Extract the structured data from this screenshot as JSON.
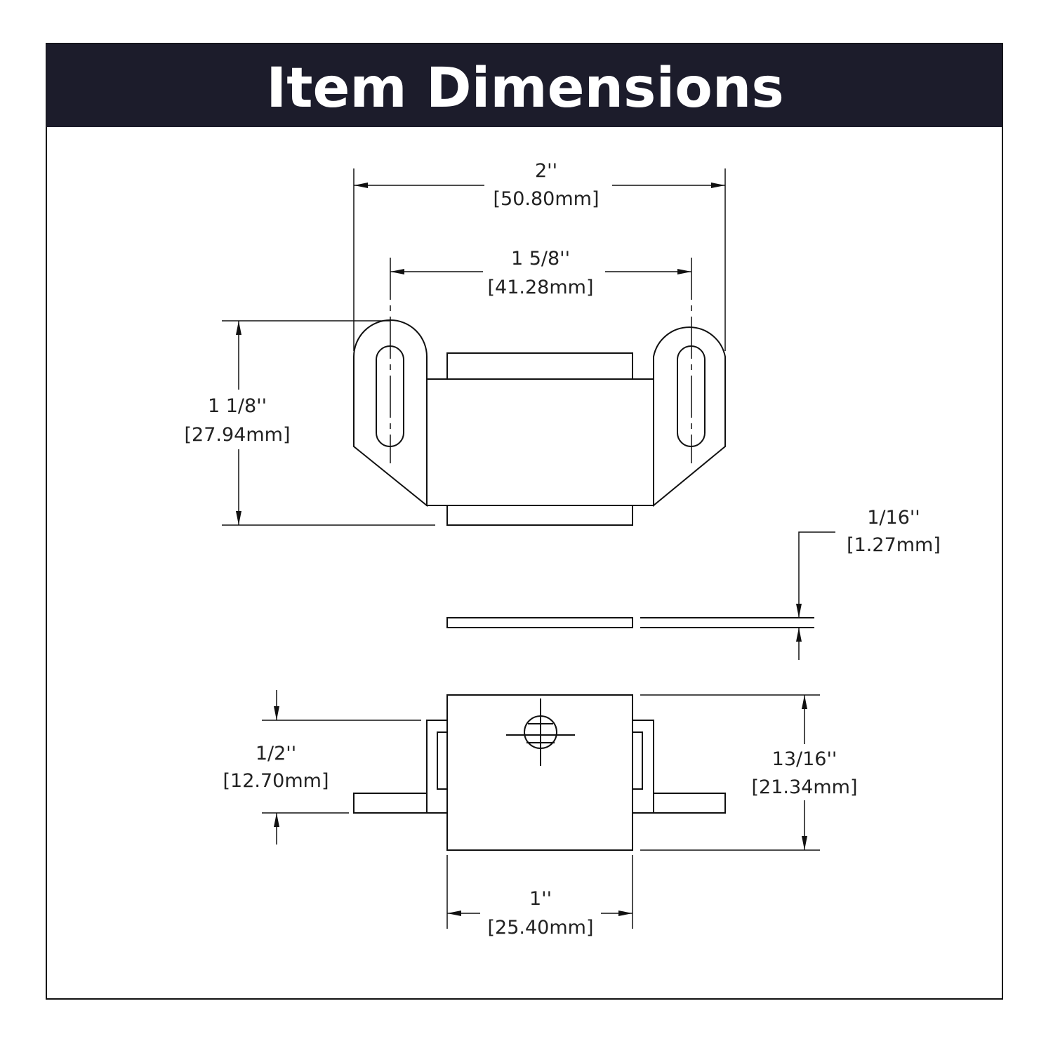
{
  "header": {
    "title": "Item Dimensions",
    "background": "#1c1c2b"
  },
  "dimensions": {
    "overall_width": {
      "imperial": "2''",
      "metric": "[50.80mm]"
    },
    "hole_spacing": {
      "imperial": "1 5/8''",
      "metric": "[41.28mm]"
    },
    "depth": {
      "imperial": "1 1/8''",
      "metric": "[27.94mm]"
    },
    "plate_thickness": {
      "imperial": "1/16''",
      "metric": "[1.27mm]"
    },
    "mount_height": {
      "imperial": "1/2''",
      "metric": "[12.70mm]"
    },
    "body_height": {
      "imperial": "13/16''",
      "metric": "[21.34mm]"
    },
    "body_width": {
      "imperial": "1''",
      "metric": "[25.40mm]"
    }
  }
}
